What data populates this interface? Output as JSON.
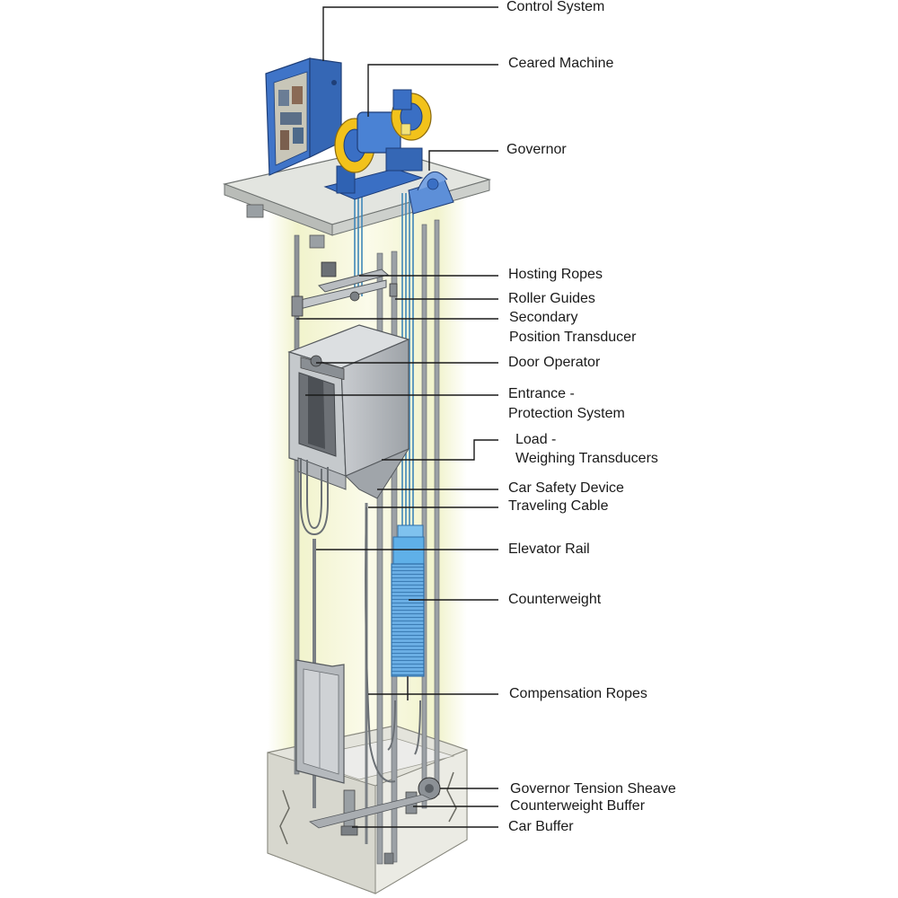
{
  "labels": {
    "control_system": "Control System",
    "geared_machine": "Ceared Machine",
    "governor": "Governor",
    "hoisting_ropes": "Hosting Ropes",
    "roller_guides": "Roller Guides",
    "secondary_transducer_1": "Secondary",
    "secondary_transducer_2": "Position Transducer",
    "door_operator": "Door Operator",
    "entrance_protection_1": "Entrance -",
    "entrance_protection_2": "Protection System",
    "load_weighing_1": "Load -",
    "load_weighing_2": "Weighing Transducers",
    "car_safety_device": "Car Safety Device",
    "traveling_cable": "Traveling Cable",
    "elevator_rail": "Elevator Rail",
    "counterweight": "Counterweight",
    "compensation_ropes": "Compensation Ropes",
    "governor_tension_sheave": "Governor Tension Sheave",
    "counterweight_buffer": "Counterweight Buffer",
    "car_buffer": "Car Buffer"
  },
  "colors": {
    "shaft_glow": "#f3f4d2",
    "machine_blue": "#3b6fc0",
    "sheave_yellow": "#f2c21b",
    "counterweight_blue": "#5fa7e0",
    "car_gray": "#a7acb1",
    "concrete": "#e6e6de",
    "leader_line": "#1a1a1a"
  }
}
